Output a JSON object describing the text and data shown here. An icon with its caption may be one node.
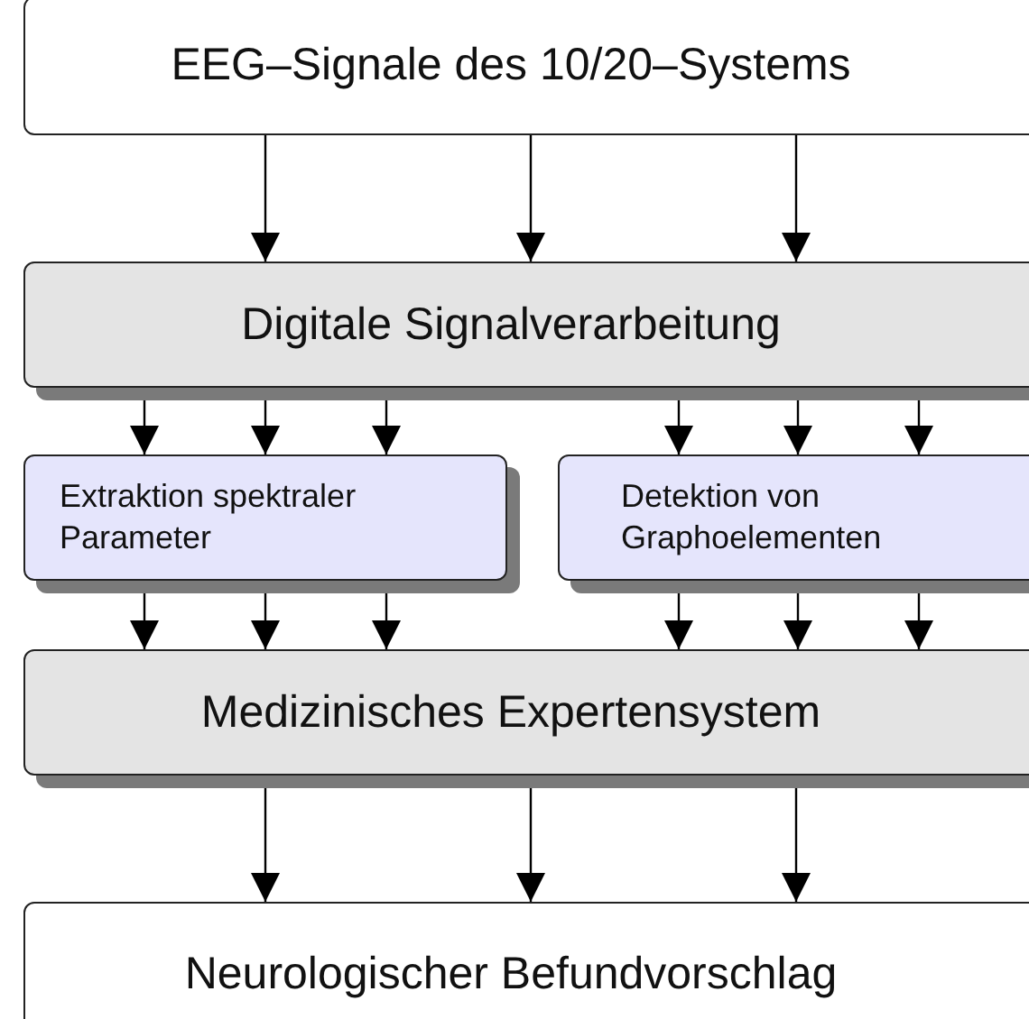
{
  "diagram": {
    "nodes": [
      {
        "text": [
          "EEG–Signale des 10/20–Systems"
        ]
      },
      {
        "text": [
          "Digitale Signalverarbeitung"
        ]
      },
      {
        "text": [
          "Extraktion spektraler Parameter"
        ]
      },
      {
        "text": [
          "Detektion von Graphoelementen"
        ]
      },
      {
        "text": [
          "Medizinisches Expertensystem"
        ]
      },
      {
        "text": [
          "Neurologischer Befundvorschlag"
        ]
      }
    ],
    "edges": [
      {
        "from": 0,
        "to": 1,
        "arrow": "to"
      },
      {
        "from": 0,
        "to": 1,
        "arrow": "to"
      },
      {
        "from": 0,
        "to": 1,
        "arrow": "to"
      },
      {
        "from": 1,
        "to": 2,
        "arrow": "to"
      },
      {
        "from": 1,
        "to": 2,
        "arrow": "to"
      },
      {
        "from": 1,
        "to": 2,
        "arrow": "to"
      },
      {
        "from": 1,
        "to": 3,
        "arrow": "to"
      },
      {
        "from": 1,
        "to": 3,
        "arrow": "to"
      },
      {
        "from": 1,
        "to": 3,
        "arrow": "to"
      },
      {
        "from": 2,
        "to": 4,
        "arrow": "to"
      },
      {
        "from": 2,
        "to": 4,
        "arrow": "to"
      },
      {
        "from": 2,
        "to": 4,
        "arrow": "to"
      },
      {
        "from": 3,
        "to": 4,
        "arrow": "to"
      },
      {
        "from": 3,
        "to": 4,
        "arrow": "to"
      },
      {
        "from": 3,
        "to": 4,
        "arrow": "to"
      },
      {
        "from": 4,
        "to": 5,
        "arrow": "to"
      },
      {
        "from": 4,
        "to": 5,
        "arrow": "to"
      },
      {
        "from": 4,
        "to": 5,
        "arrow": "to"
      }
    ]
  }
}
